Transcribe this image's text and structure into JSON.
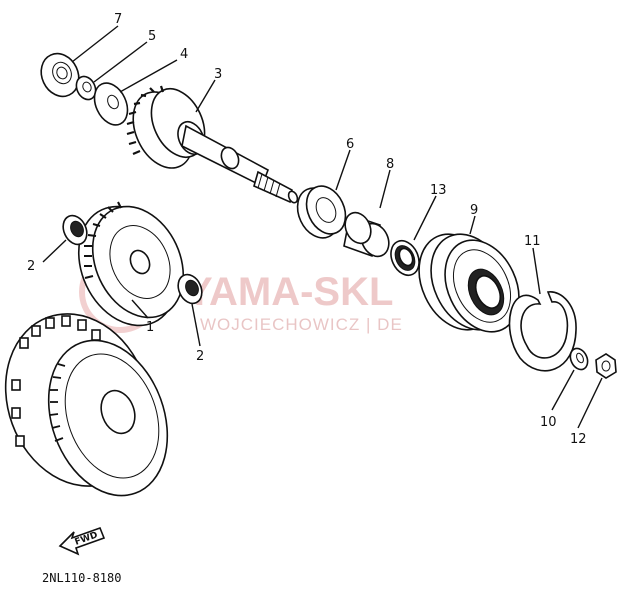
{
  "labels": [
    "7",
    "5",
    "4",
    "3",
    "6",
    "8",
    "13",
    "9",
    "11",
    "2",
    "1",
    "2",
    "10",
    "12"
  ],
  "fwd_label": "FWD",
  "figure_code": "2NL110-8180",
  "watermark": {
    "brand": "YAMA-SKL",
    "tagline": "WOJCIECHOWICZ | DE"
  }
}
